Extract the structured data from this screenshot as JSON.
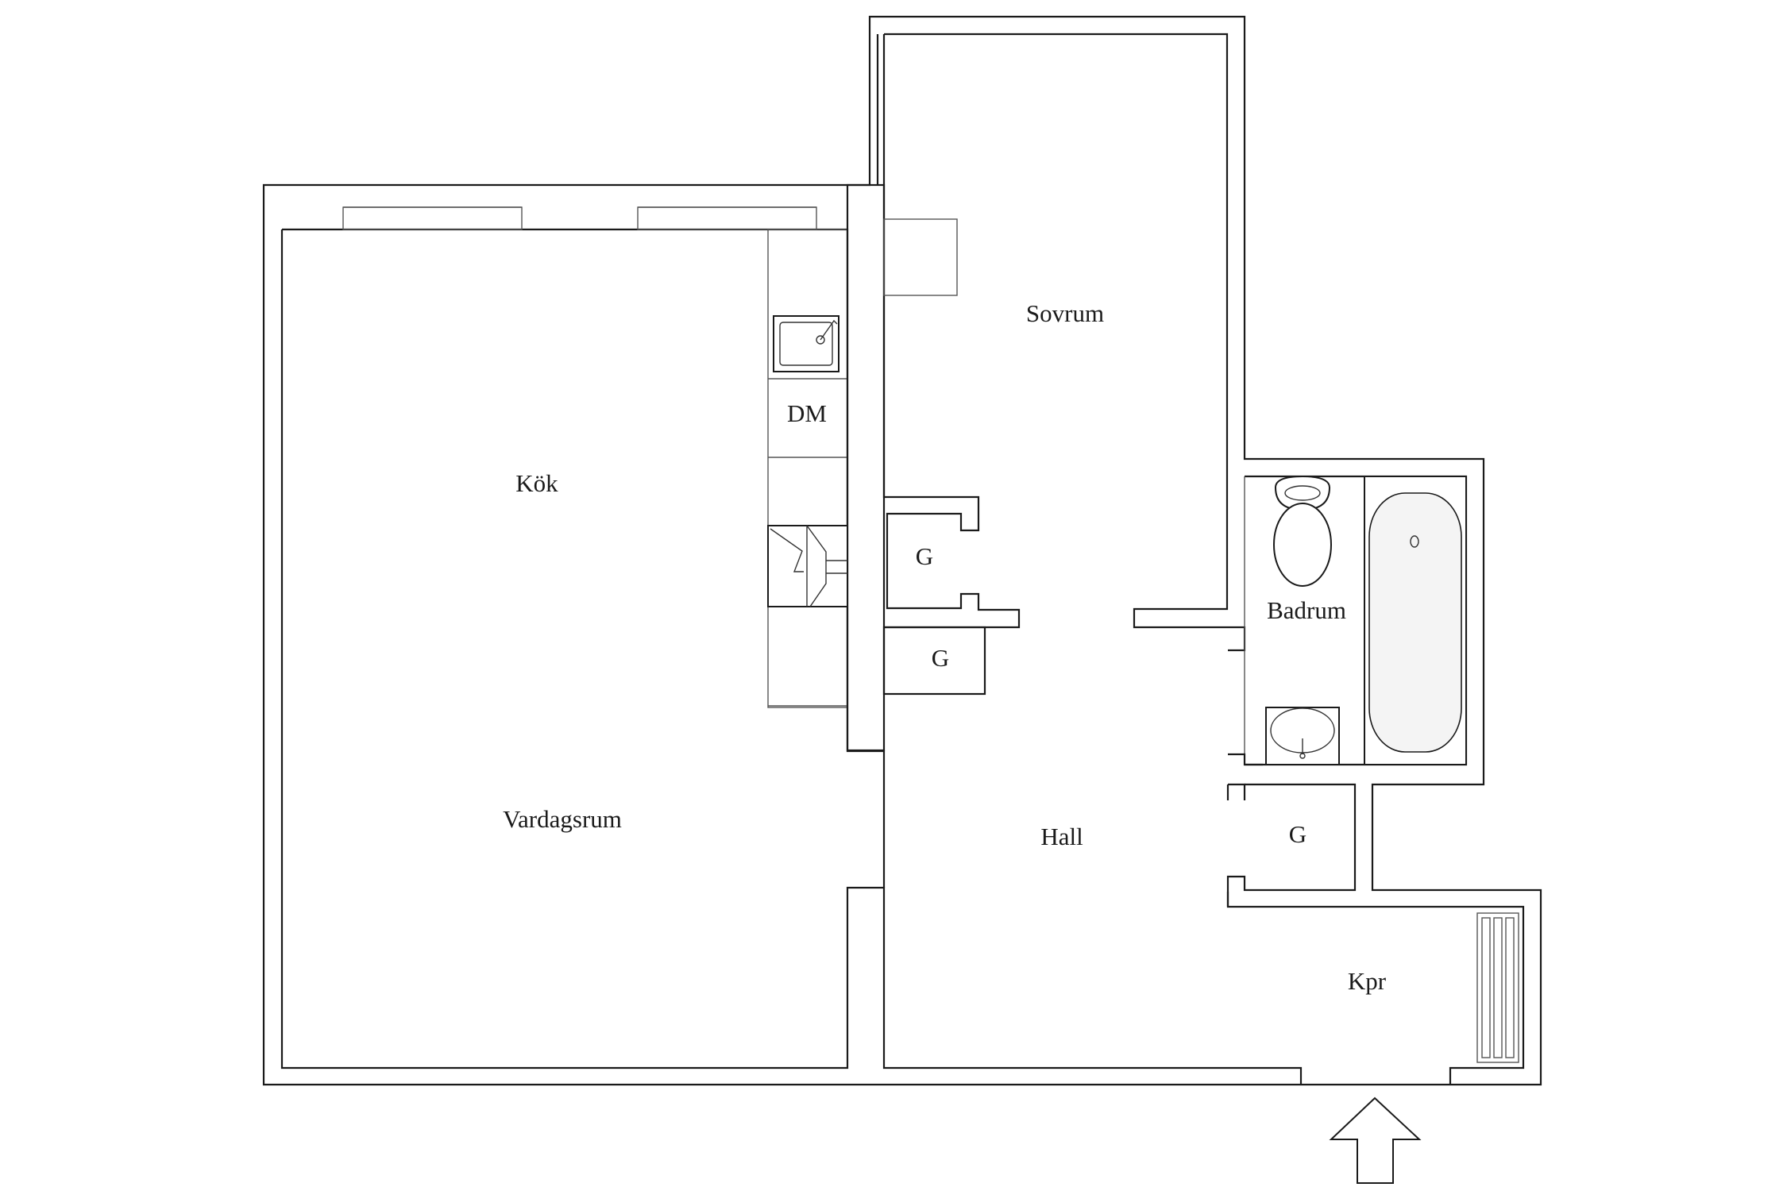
{
  "rooms": {
    "sovrum": "Sovrum",
    "kok": "Kök",
    "dm": "DM",
    "badrum": "Badrum",
    "vardagsrum": "Vardagsrum",
    "hall": "Hall",
    "kpr": "Kpr",
    "garderob_1": "G",
    "garderob_2": "G",
    "garderob_3": "G"
  },
  "icons": {
    "entrance": "entrance-arrow-icon",
    "sink": "kitchen-sink-icon",
    "stove": "stove-icon",
    "toilet": "toilet-icon",
    "bathtub": "bathtub-icon",
    "washbasin": "washbasin-icon",
    "radiator": "radiator-icon"
  },
  "colors": {
    "line": "#1a1a1a",
    "background": "#ffffff"
  }
}
